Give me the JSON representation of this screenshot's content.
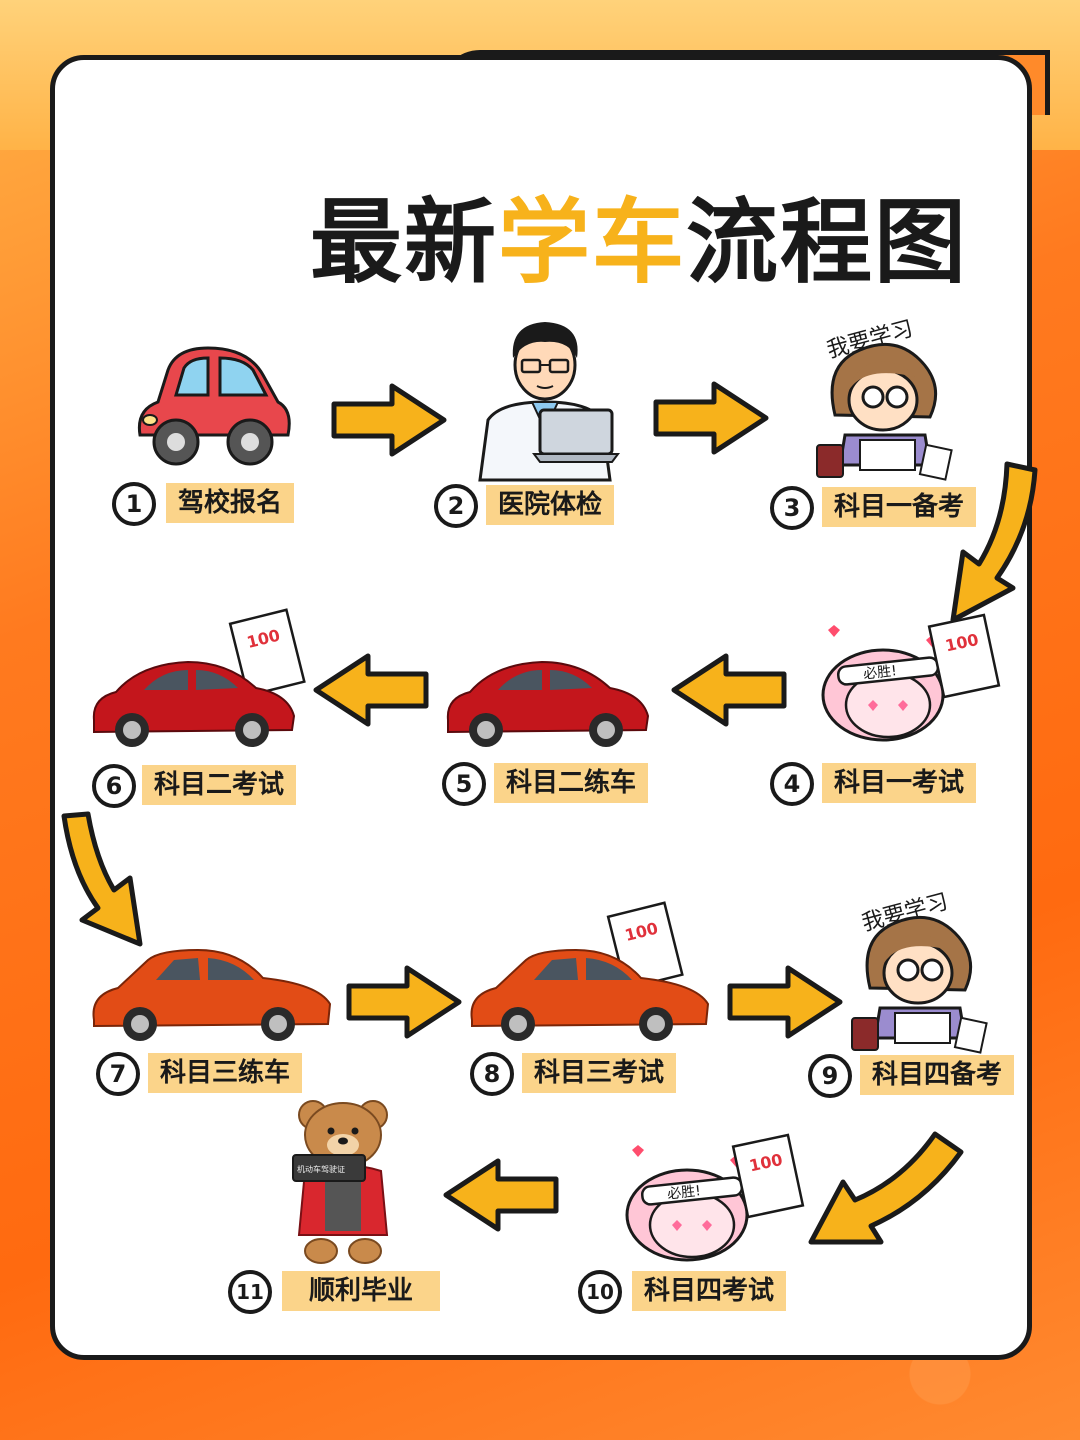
{
  "title": {
    "part1": "最新",
    "highlight": "学车",
    "part2": "流程图"
  },
  "colors": {
    "highlight": "#f7b21b",
    "label_bg": "#fbd48a",
    "arrow": "#f7b21b",
    "outline": "#1a1a1a"
  },
  "steps": [
    {
      "num": "1",
      "label": "驾校报名",
      "icon": "red-cartoon-car-icon"
    },
    {
      "num": "2",
      "label": "医院体检",
      "icon": "doctor-laptop-icon"
    },
    {
      "num": "3",
      "label": "科目一备考",
      "icon": "studying-girl-icon"
    },
    {
      "num": "4",
      "label": "科目一考试",
      "icon": "exam-girl-icon"
    },
    {
      "num": "5",
      "label": "科目二练车",
      "icon": "red-sports-car-icon"
    },
    {
      "num": "6",
      "label": "科目二考试",
      "icon": "sports-car-exam-icon"
    },
    {
      "num": "7",
      "label": "科目三练车",
      "icon": "orange-hatchback-icon"
    },
    {
      "num": "8",
      "label": "科目三考试",
      "icon": "hatchback-exam-icon"
    },
    {
      "num": "9",
      "label": "科目四备考",
      "icon": "studying-girl-icon"
    },
    {
      "num": "10",
      "label": "科目四考试",
      "icon": "exam-girl-icon"
    },
    {
      "num": "11",
      "label": "顺利毕业",
      "icon": "bear-graduate-icon"
    }
  ],
  "illustration_text": {
    "study_caption": "我要学习",
    "headband": "必胜!",
    "score": "100",
    "license_book": "机动车驾驶证"
  }
}
